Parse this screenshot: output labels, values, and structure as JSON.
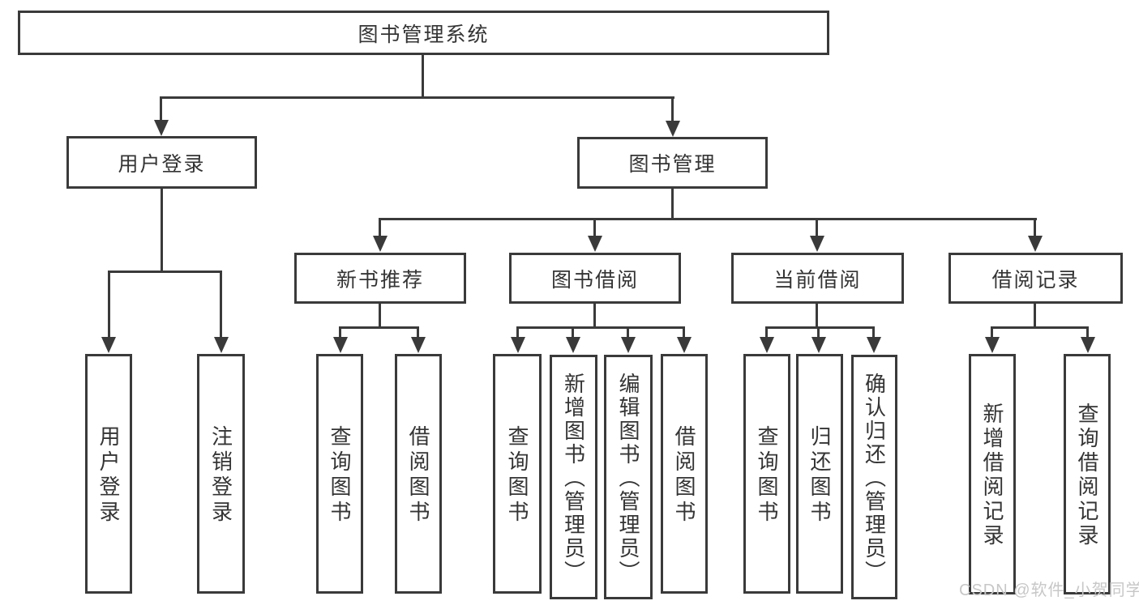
{
  "diagram_type": "hierarchy-tree",
  "colors": {
    "line": "#3a3a3a",
    "box_border": "#3a3a3a",
    "text": "#343434",
    "background": "#ffffff",
    "watermark": "#c7c7c7"
  },
  "watermark": {
    "text": "CSDN @软件_小贺同学"
  },
  "tree": {
    "label": "图书管理系统",
    "children": [
      {
        "label": "用户登录",
        "children": [
          {
            "label": "用户登录"
          },
          {
            "label": "注销登录"
          }
        ]
      },
      {
        "label": "图书管理",
        "children": [
          {
            "label": "新书推荐",
            "children": [
              {
                "label": "查询图书"
              },
              {
                "label": "借阅图书"
              }
            ]
          },
          {
            "label": "图书借阅",
            "children": [
              {
                "label": "查询图书"
              },
              {
                "label": "新增图书（管理员）"
              },
              {
                "label": "编辑图书（管理员）"
              },
              {
                "label": "借阅图书"
              }
            ]
          },
          {
            "label": "当前借阅",
            "children": [
              {
                "label": "查询图书"
              },
              {
                "label": "归还图书"
              },
              {
                "label": "确认归还（管理员）"
              }
            ]
          },
          {
            "label": "借阅记录",
            "children": [
              {
                "label": "新增借阅记录"
              },
              {
                "label": "查询借阅记录"
              }
            ]
          }
        ]
      }
    ]
  }
}
